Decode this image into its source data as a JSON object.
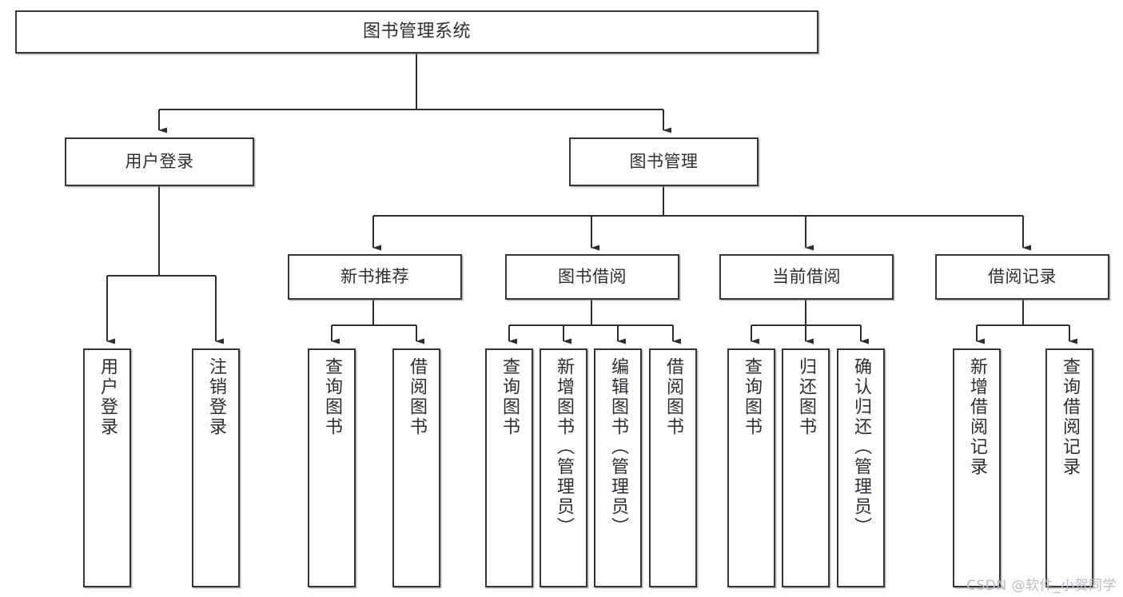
{
  "diagram": {
    "title": "图书管理系统",
    "type": "tree-hierarchy",
    "colors": {
      "box_border": "#33373b",
      "box_fill": "#ffffff",
      "edge": "#2b2f33",
      "text": "#2b2f33",
      "watermark": "#b9bcc0",
      "background": "#ffffff"
    },
    "root": {
      "label": "图书管理系统"
    },
    "level2": [
      {
        "label": "用户登录"
      },
      {
        "label": "图书管理"
      }
    ],
    "level3": [
      {
        "label": "新书推荐"
      },
      {
        "label": "图书借阅"
      },
      {
        "label": "当前借阅"
      },
      {
        "label": "借阅记录"
      }
    ],
    "leaves": {
      "user_login": [
        {
          "label": "用户登录"
        },
        {
          "label": "注销登录"
        }
      ],
      "new_book_recommend": [
        {
          "label": "查询图书"
        },
        {
          "label": "借阅图书"
        }
      ],
      "book_borrow": [
        {
          "label": "查询图书"
        },
        {
          "label": "新增图书（管理员）"
        },
        {
          "label": "编辑图书（管理员）"
        },
        {
          "label": "借阅图书"
        }
      ],
      "current_borrow": [
        {
          "label": "查询图书"
        },
        {
          "label": "归还图书"
        },
        {
          "label": "确认归还（管理员）"
        }
      ],
      "borrow_record": [
        {
          "label": "新增借阅记录"
        },
        {
          "label": "查询借阅记录"
        }
      ]
    }
  },
  "watermark": {
    "text": "CSDN @软件_小贺同学"
  }
}
